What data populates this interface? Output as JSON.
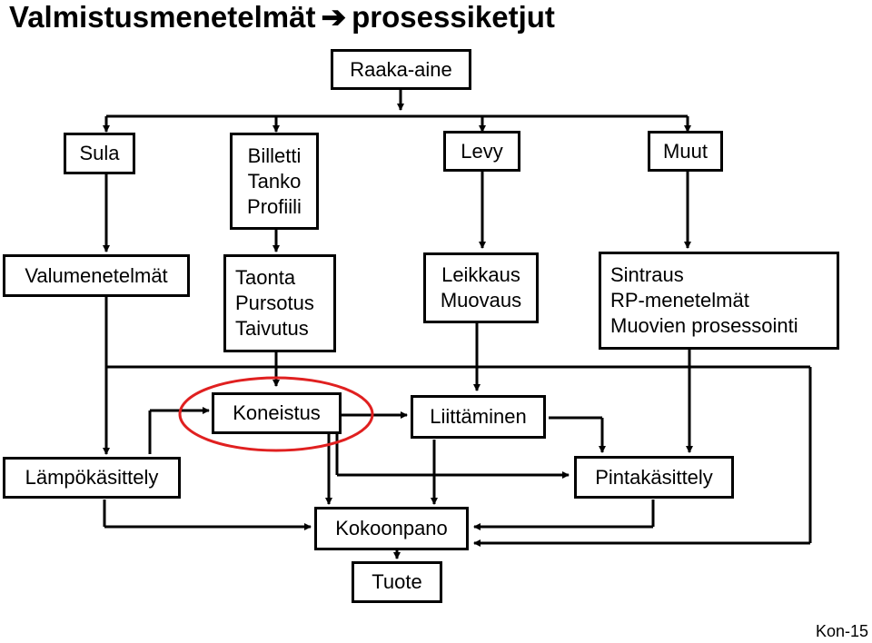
{
  "title": {
    "left": "Valmistusmenetelmät",
    "arrow": "➔",
    "right": "prosessiketjut"
  },
  "nodes": {
    "raaka_aine": "Raaka-aine",
    "sula": "Sula",
    "billetti": [
      "Billetti",
      "Tanko",
      "Profiili"
    ],
    "levy": "Levy",
    "muut": "Muut",
    "valumenetelmat": "Valumenetelmät",
    "taonta": [
      "Taonta",
      "Pursotus",
      "Taivutus"
    ],
    "leikkaus": [
      "Leikkaus",
      "Muovaus"
    ],
    "sintraus": [
      "Sintraus",
      "RP-menetelmät",
      "Muovien prosessointi"
    ],
    "koneistus": "Koneistus",
    "liittaminen": "Liittäminen",
    "lampokasittely": "Lämpökäsittely",
    "pintakasittely": "Pintakäsittely",
    "kokoonpano": "Kokoonpano",
    "tuote": "Tuote"
  },
  "highlight_color": "#e02020",
  "footer": "Kon-15"
}
